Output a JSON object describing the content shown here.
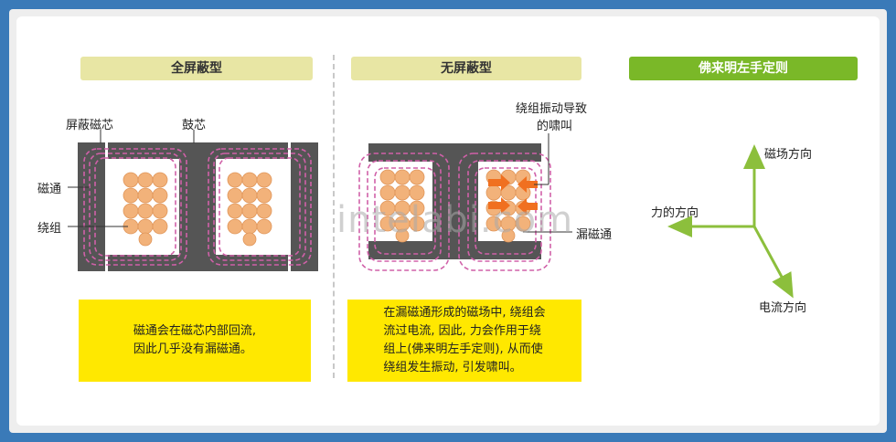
{
  "full_shield": {
    "title": "全屏蔽型",
    "label_core": "屏蔽磁芯",
    "label_drum": "鼓芯",
    "label_flux": "磁通",
    "label_winding": "绕组",
    "note_lines": [
      "磁通会在磁芯内部回流,",
      "因此几乎没有漏磁通。"
    ]
  },
  "no_shield": {
    "title": "无屏蔽型",
    "label_noise_1": "绕组振动导致",
    "label_noise_2": "的啸叫",
    "label_leak": "漏磁通",
    "note_lines": [
      "在漏磁通形成的磁场中, 绕组会",
      "流过电流, 因此, 力会作用于绕",
      "组上(佛来明左手定则), 从而使",
      "绕组发生振动, 引发啸叫。"
    ]
  },
  "fleming": {
    "title": "佛来明左手定则",
    "magnetic": "磁场方向",
    "force": "力的方向",
    "current": "电流方向"
  },
  "watermark": "intelabi.com",
  "colors": {
    "core": "#555555",
    "flux": "#d060a8",
    "coil": "#f2b27a",
    "arrow": "#f07020",
    "note": "#ffe800"
  }
}
